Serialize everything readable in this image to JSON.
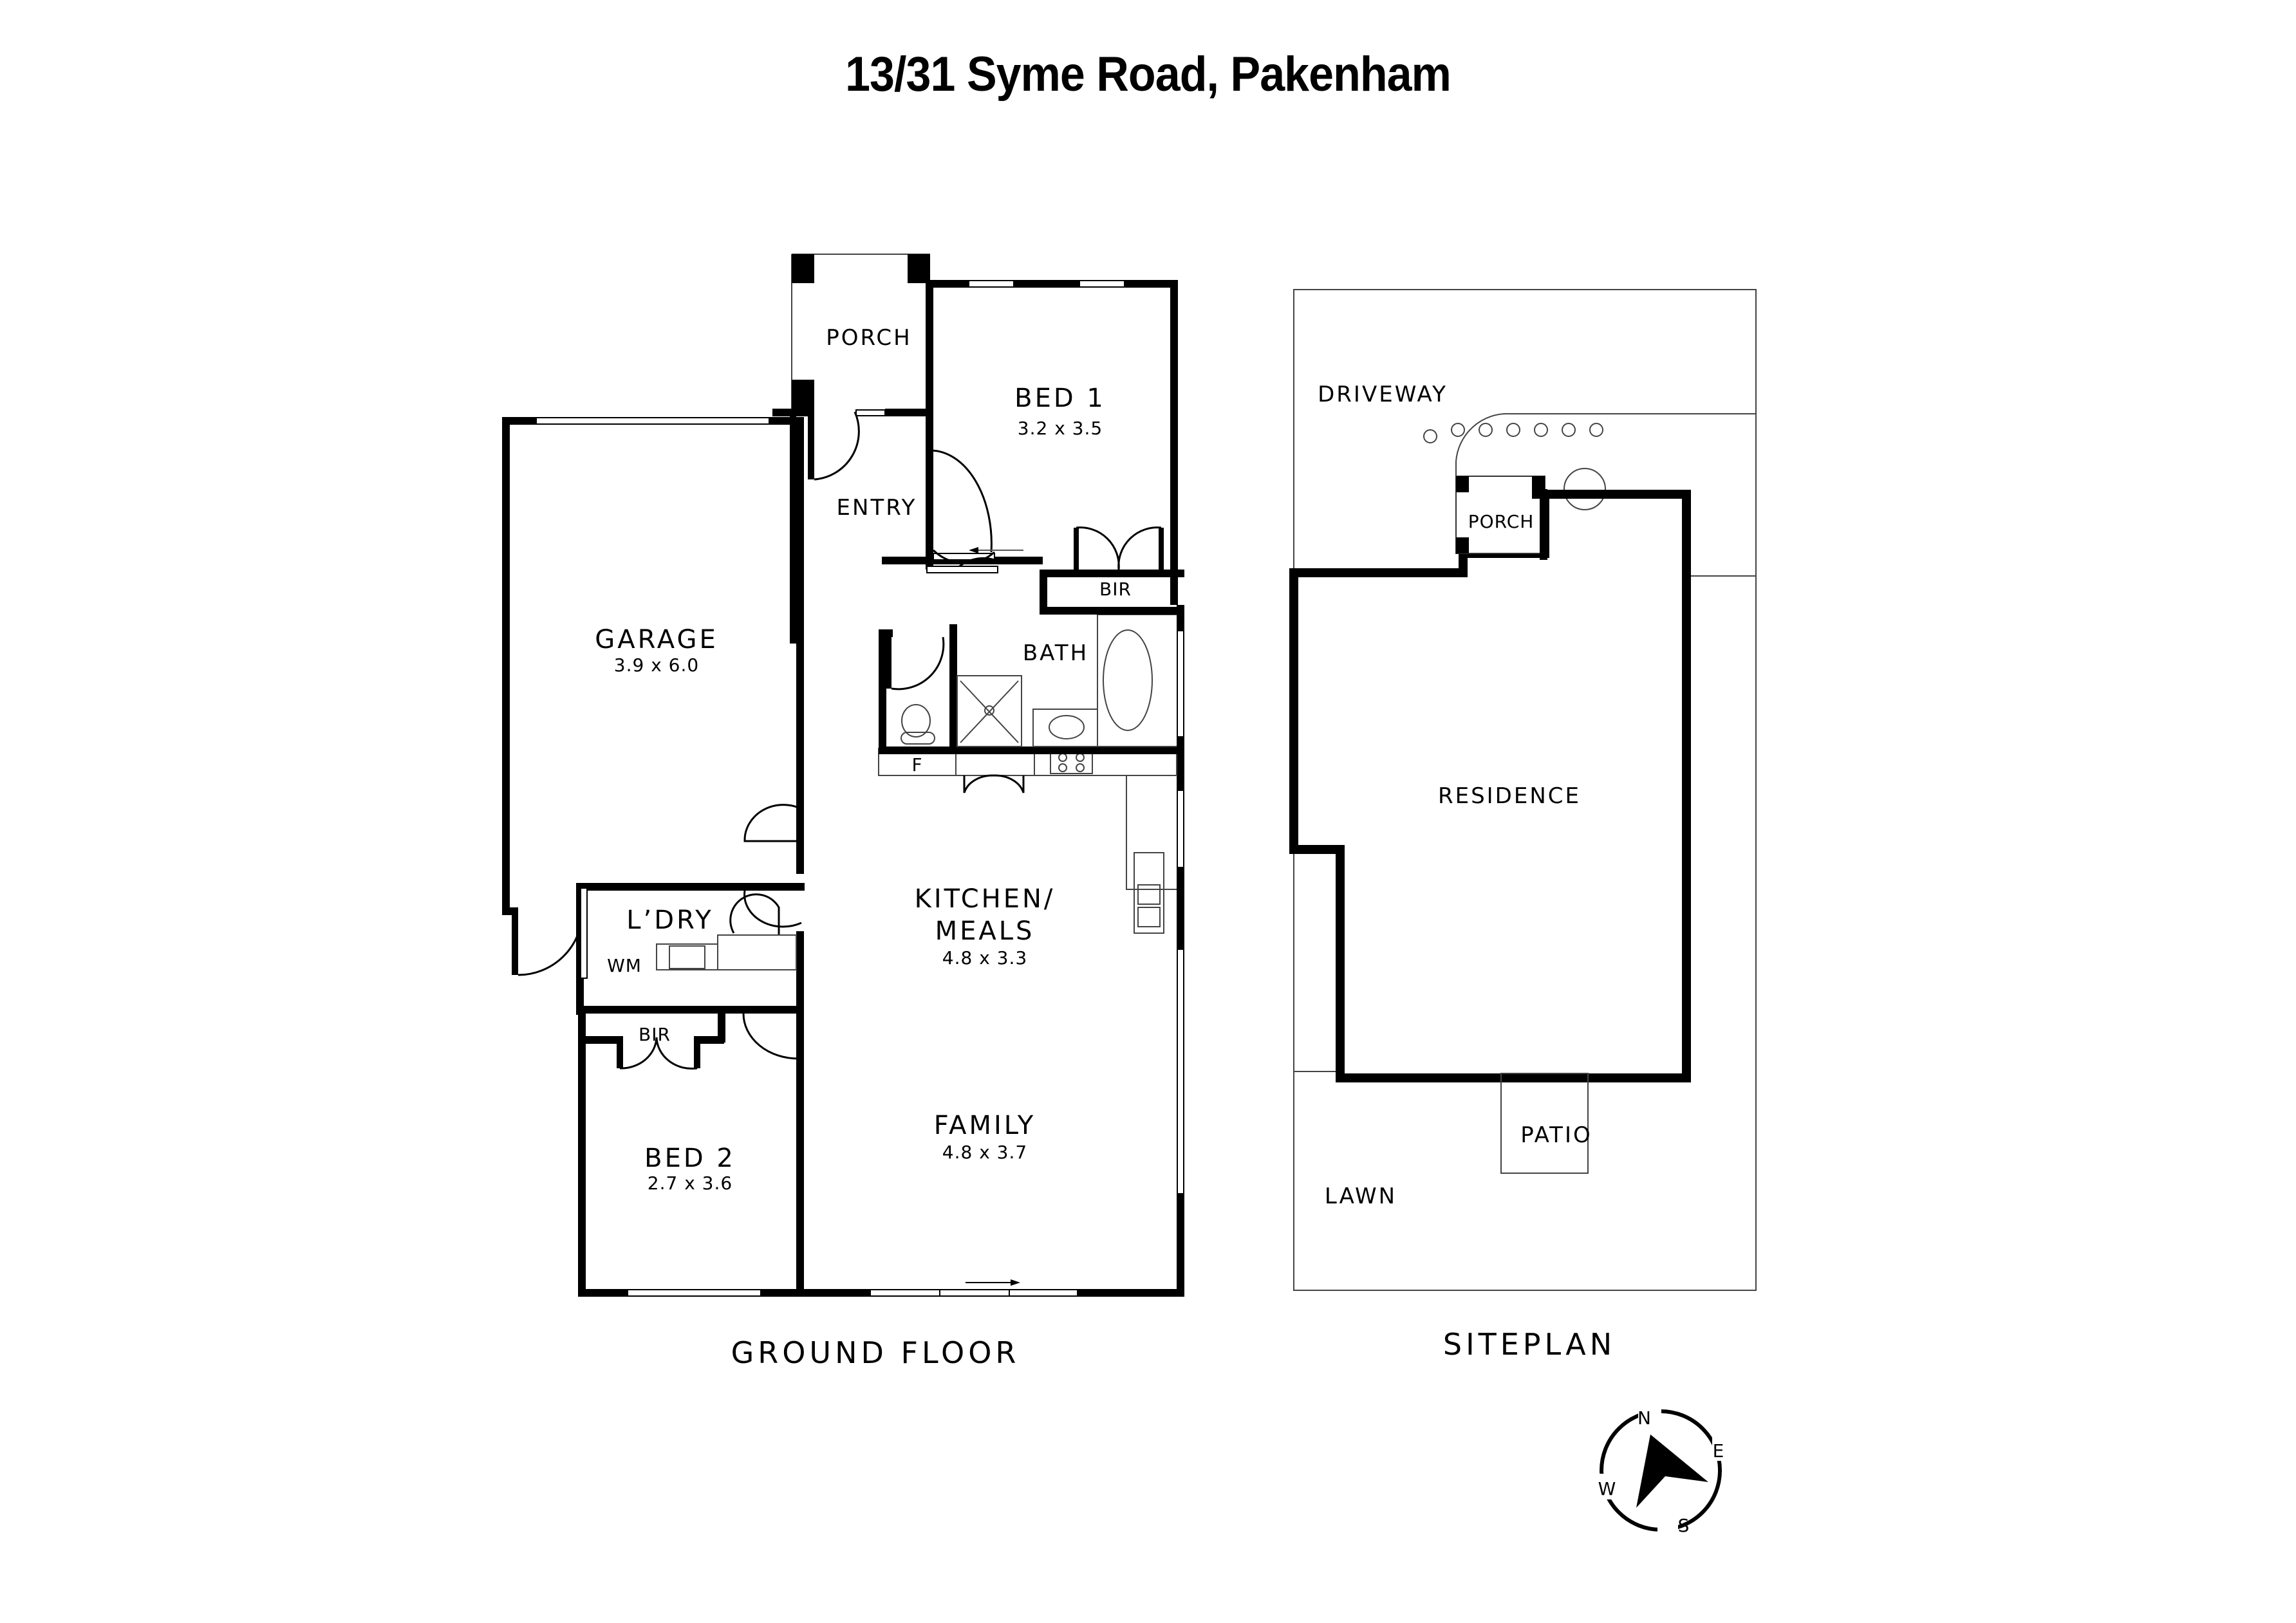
{
  "title": "13/31 Syme Road, Pakenham",
  "ground_floor": {
    "caption": "GROUND FLOOR",
    "rooms": {
      "porch": {
        "label": "PORCH"
      },
      "entry": {
        "label": "ENTRY"
      },
      "bed1": {
        "label": "BED 1",
        "dims": "3.2 x 3.5"
      },
      "bed1_bir": {
        "label": "BIR"
      },
      "bath": {
        "label": "BATH"
      },
      "garage": {
        "label": "GARAGE",
        "dims": "3.9 x 6.0"
      },
      "laundry": {
        "label": "L’DRY"
      },
      "wm": {
        "label": "WM"
      },
      "kitchen": {
        "label_line1": "KITCHEN/",
        "label_line2": "MEALS",
        "dims": "4.8 x 3.3"
      },
      "fridge": {
        "label": "F"
      },
      "bed2_bir": {
        "label": "BIR"
      },
      "bed2": {
        "label": "BED 2",
        "dims": "2.7 x 3.6"
      },
      "family": {
        "label": "FAMILY",
        "dims": "4.8 x 3.7"
      }
    }
  },
  "siteplan": {
    "caption": "SITEPLAN",
    "areas": {
      "driveway": "DRIVEWAY",
      "porch": "PORCH",
      "residence": "RESIDENCE",
      "patio": "PATIO",
      "lawn": "LAWN"
    }
  },
  "compass": {
    "n": "N",
    "e": "E",
    "s": "S",
    "w": "W"
  }
}
